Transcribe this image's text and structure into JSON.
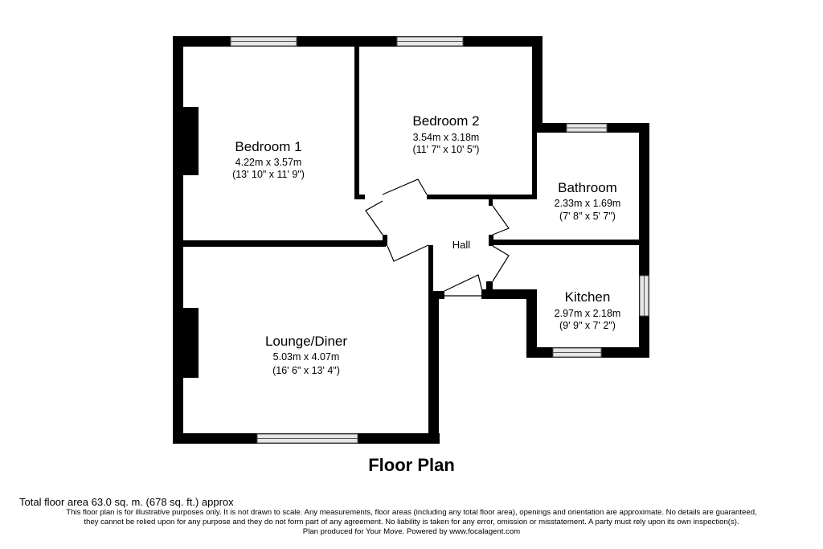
{
  "rooms": {
    "bedroom1": {
      "name": "Bedroom 1",
      "metric": "4.22m x 3.57m",
      "imperial": "(13' 10\" x 11' 9\")"
    },
    "bedroom2": {
      "name": "Bedroom 2",
      "metric": "3.54m x 3.18m",
      "imperial": "(11' 7\" x 10' 5\")"
    },
    "bathroom": {
      "name": "Bathroom",
      "metric": "2.33m x 1.69m",
      "imperial": "(7' 8\" x 5' 7\")"
    },
    "hall": {
      "name": "Hall"
    },
    "kitchen": {
      "name": "Kitchen",
      "metric": "2.97m x 2.18m",
      "imperial": "(9' 9\" x 7' 2\")"
    },
    "lounge": {
      "name": "Lounge/Diner",
      "metric": "5.03m x 4.07m",
      "imperial": "(16' 6\" x 13' 4\")"
    }
  },
  "title": "Floor Plan",
  "footer": {
    "total_area": "Total floor area 63.0 sq. m. (678 sq. ft.) approx",
    "disclaimer_1": "This floor plan is for illustrative purposes only. It is not drawn to scale. Any measurements, floor areas (including any total floor area), openings and orientation are approximate. No details are guaranteed,",
    "disclaimer_2": "they cannot be relied upon for any purpose and they do not form part of any agreement. No liability is taken for any error, omission or misstatement. A party must rely upon its own inspection(s).",
    "credit": "Plan produced for Your Move. Powered by www.focalagent.com"
  },
  "colors": {
    "wall": "#000000",
    "window": "#e6e6e6",
    "background": "#ffffff"
  }
}
